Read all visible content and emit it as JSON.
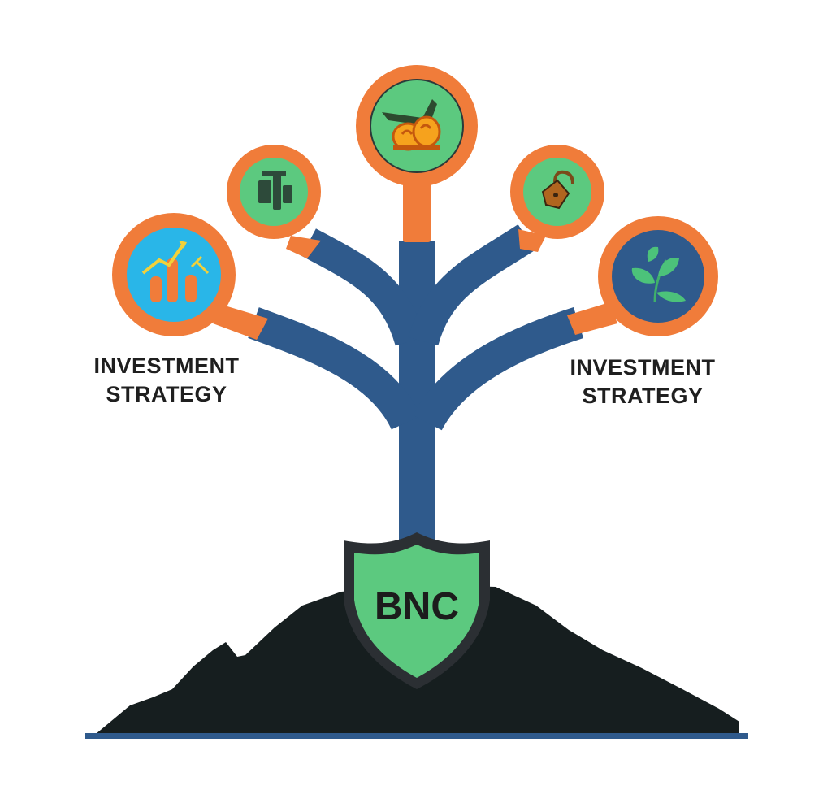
{
  "labels": {
    "left": [
      "INVESTMENT",
      "STRATEGY"
    ],
    "right": [
      "INVESTMENT",
      "STRATEGY"
    ]
  },
  "shield": {
    "text": "BNC"
  },
  "nodes": [
    {
      "name": "growth-chart-node",
      "icon": "rising-bar-chart-icon",
      "fill": "#29b6e8"
    },
    {
      "name": "machinery-node",
      "icon": "machinery-icon",
      "fill": "#5cc97f"
    },
    {
      "name": "gold-coins-node",
      "icon": "gold-coins-icon",
      "fill": "#5cc97f"
    },
    {
      "name": "padlock-node",
      "icon": "padlock-icon",
      "fill": "#5cc97f"
    },
    {
      "name": "leaf-node",
      "icon": "leaf-sprout-icon",
      "fill": "#2f5a8c"
    }
  ],
  "colors": {
    "branch": "#2f5a8c",
    "ring": "#f07c3a",
    "shield": "#5cc97f",
    "shield_border": "#2b2f33",
    "hill": "#161e1f",
    "ground_line": "#2f5a8c",
    "text": "#1f1f1f"
  }
}
